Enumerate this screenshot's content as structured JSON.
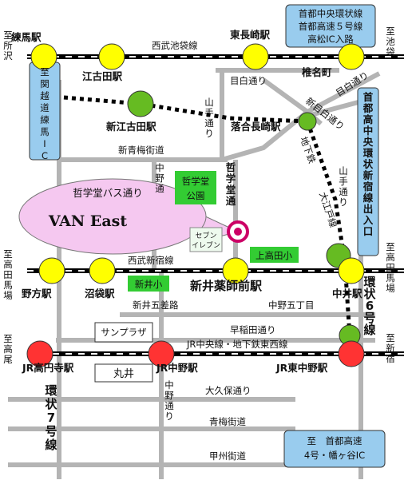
{
  "colors": {
    "road": "#b4b4b4",
    "rail": "#000000",
    "station_yellow": "#ffff00",
    "station_green": "#66bb22",
    "station_red": "#ff3333",
    "box_blue": "#99ccee",
    "box_green": "#33cc33",
    "callout": "#f5c8f0"
  },
  "callout": {
    "subtitle": "哲学堂バス通り",
    "title": "VAN East"
  },
  "left_edge": {
    "tokorozawa": "至所沢",
    "takadanobaba": "至高田馬場",
    "takao": "至高尾"
  },
  "right_edge": {
    "ikebukuro": "至池袋",
    "takadanobaba": "至高田馬場",
    "shinjuku": "至新宿"
  },
  "boxes": {
    "sekimachi": "至関越道練馬IC",
    "shutoko_top": [
      "首都中央環状線",
      "首都高速５号線",
      "高松IC入路"
    ],
    "shutoko_right": "首都高中央環状新宿線出入口",
    "shutoko_bottom": [
      "至　首都高速",
      "4号・幡ヶ谷IC"
    ],
    "tetsugakudo_park": [
      "哲学堂",
      "公園"
    ],
    "kamitakada": "上高田小",
    "arai_school": "新井小",
    "seven_eleven": [
      "セブン",
      "イレブン"
    ],
    "sunplaza": "サンプラザ",
    "marui": "丸井"
  },
  "stations": {
    "nerima": "練馬駅",
    "higashi_nagasaki": "東長崎駅",
    "shiinamachi": "椎名町",
    "ekoda": "江古田駅",
    "shin_egota": "新江古田駅",
    "ochiai_minaminagasaki": "落合長崎駅",
    "nogata": "野方駅",
    "numabukuro": "沼袋駅",
    "arai_yakushimae": "新井薬師前駅",
    "nakai": "中井駅",
    "koenji": "JR高円寺駅",
    "nakano": "JR中野駅",
    "higashi_nakano": "JR東中野駅"
  },
  "labels": {
    "seibu_ikebukuro": "西武池袋線",
    "mejiro_dori_top": "目白通り",
    "mejiro_dori_diag": "目白通り",
    "shin_mejiro": "新目白通り",
    "yamate_top": "山手通り",
    "shin_oume_top": "新青梅街道",
    "nakano_dori_mid": "中野通",
    "tetsugakudo_dori": "哲学堂通",
    "chikatetsu": "地下鉄",
    "oedo": "大江戸線",
    "yamate_right": "山手通り",
    "seibu_shinjuku": "西武新宿線",
    "arai_gosaro": "新井五差路",
    "nakano_5": "中野五丁目",
    "waseda_dori": "早稲田通り",
    "jr_line": "JR中央線・地下鉄東西線",
    "kanjo7": "環状7号線",
    "kanjo6": "環状6号線",
    "okubo": "大久保通り",
    "oume": "青梅街道",
    "koshu": "甲州街道",
    "nakano_dori_bottom": "中野通り"
  }
}
